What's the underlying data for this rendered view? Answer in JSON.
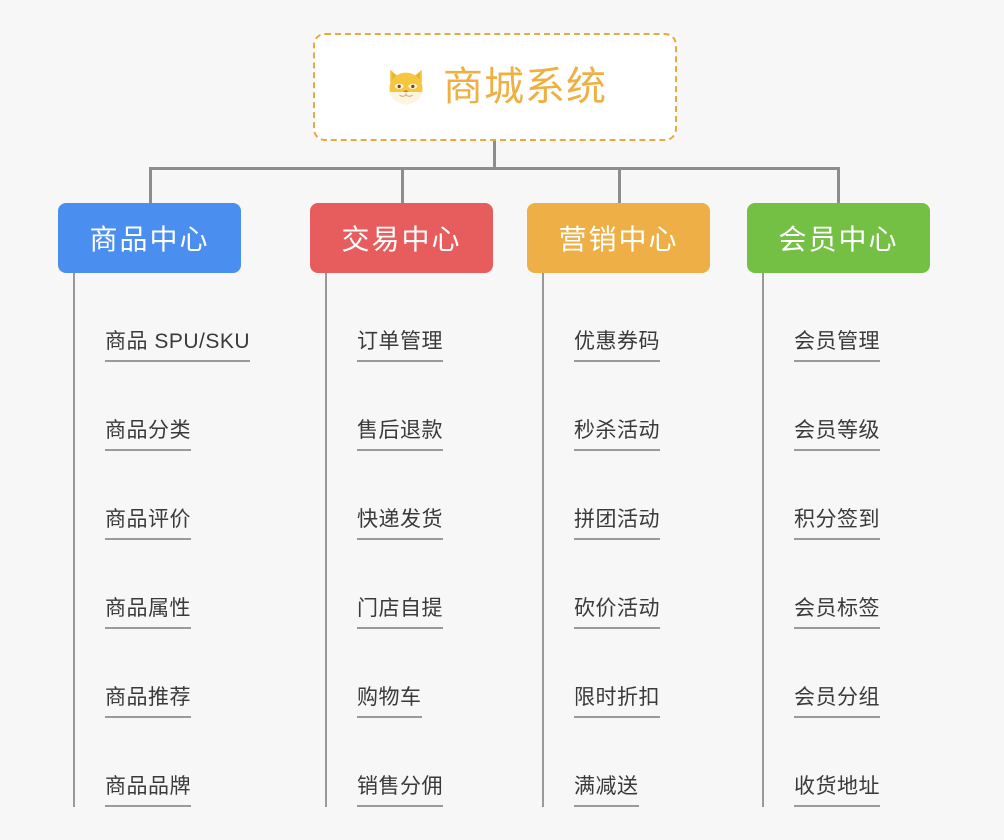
{
  "page": {
    "background_color": "#f7f7f7",
    "line_color": "#8d8d8d"
  },
  "root": {
    "title": "商城系统",
    "icon": "shiba-dog-face-icon",
    "text_color": "#eeb043",
    "border_color": "#eaa93c",
    "background_color": "#ffffff"
  },
  "columns": [
    {
      "header": "商品中心",
      "color": "#4a8ef0",
      "items": [
        "商品 SPU/SKU",
        "商品分类",
        "商品评价",
        "商品属性",
        "商品推荐",
        "商品品牌"
      ]
    },
    {
      "header": "交易中心",
      "color": "#e75c5c",
      "items": [
        "订单管理",
        "售后退款",
        "快递发货",
        "门店自提",
        "购物车",
        "销售分佣"
      ]
    },
    {
      "header": "营销中心",
      "color": "#eeb046",
      "items": [
        "优惠券码",
        "秒杀活动",
        "拼团活动",
        "砍价活动",
        "限时折扣",
        "满减送"
      ]
    },
    {
      "header": "会员中心",
      "color": "#74c044",
      "items": [
        "会员管理",
        "会员等级",
        "积分签到",
        "会员标签",
        "会员分组",
        "收货地址"
      ]
    }
  ]
}
